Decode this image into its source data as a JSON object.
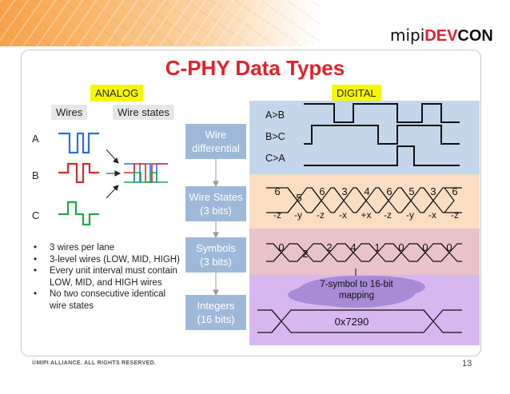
{
  "header": {
    "logo": {
      "mipi": "mipi",
      "dev": "DEV",
      "con": "CON"
    }
  },
  "slide": {
    "title": "C-PHY Data Types",
    "analog_label": "ANALOG",
    "digital_label": "DIGITAL",
    "wires_label": "Wires",
    "wire_states_label": "Wire states",
    "wire_names": [
      "A",
      "B",
      "C"
    ],
    "bullets": [
      "3 wires per lane",
      "3-level wires (LOW, MID, HIGH)",
      "Every unit interval must contain LOW, MID, and HIGH wires",
      "No two consecutive identical wire states"
    ],
    "layers": [
      {
        "line1": "Wire",
        "line2": "differential"
      },
      {
        "line1": "Wire States",
        "line2": "(3 bits)"
      },
      {
        "line1": "Symbols",
        "line2": "(3 bits)"
      },
      {
        "line1": "Integers",
        "line2": "(16 bits)"
      }
    ],
    "signals": [
      "A>B",
      "B>C",
      "C>A"
    ],
    "state_numbers": [
      "6",
      "5",
      "6",
      "3",
      "4",
      "6",
      "5",
      "3",
      "6"
    ],
    "state_symbols": [
      "-z",
      "-y",
      "-z",
      "-x",
      "+x",
      "-z",
      "-y",
      "-x",
      "-z"
    ],
    "symbol_values": [
      "0",
      "2",
      "2",
      "4",
      "1",
      "0",
      "0",
      "0"
    ],
    "mapping_note": "7-symbol to 16-bit mapping",
    "integer_value": "0x7290",
    "colors": {
      "title": "#e0222b",
      "wire_a": "#2a6fd6",
      "wire_b": "#d42a2a",
      "wire_c": "#1fa84a"
    }
  },
  "footer": {
    "copyright": "©MIPI ALLIANCE. ALL RIGHTS RESERVED.",
    "page_number": "13"
  }
}
